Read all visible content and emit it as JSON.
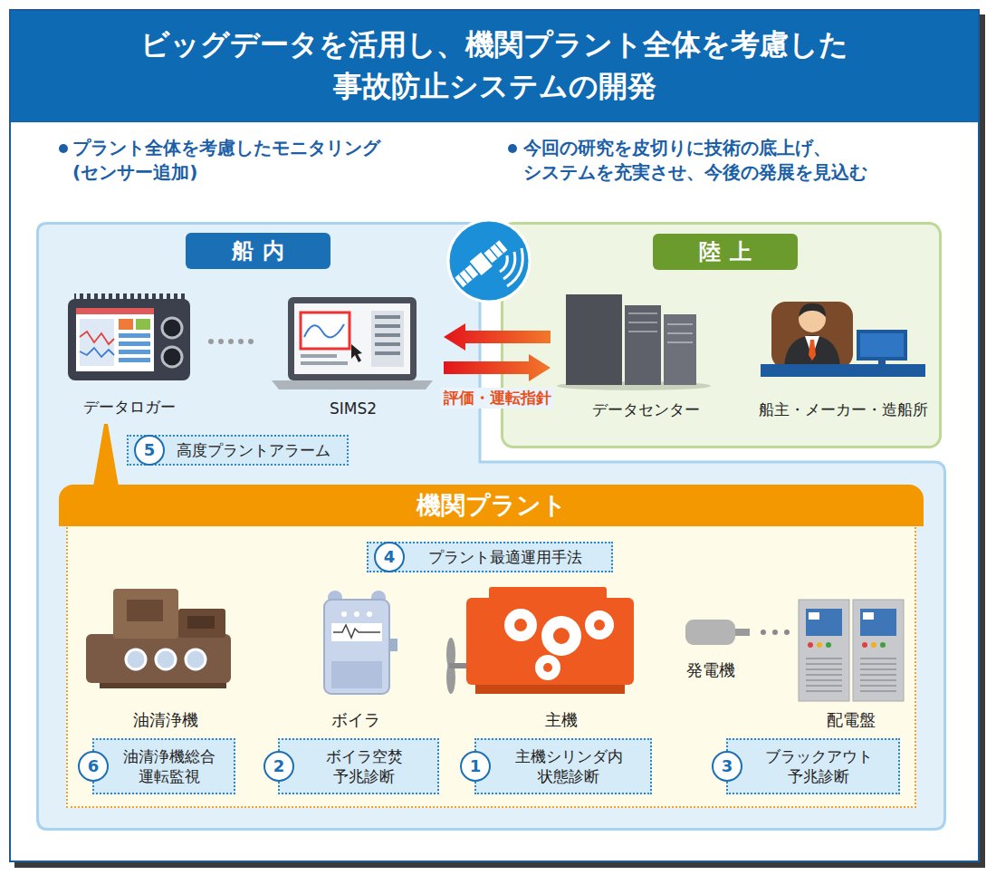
{
  "diagram": {
    "title": "ビッグデータを活用し、機関プラント全体を考慮した 事故防止システムの開発",
    "nodes": [
      {
        "text": [
          "船内"
        ]
      },
      {
        "text": [
          "データロガー"
        ],
        "in": 0
      },
      {
        "text": [
          "SIMS2"
        ],
        "in": 0
      },
      {
        "text": [
          "陸上"
        ]
      },
      {
        "text": [
          "データセンター"
        ],
        "in": 3
      },
      {
        "text": [
          "船主・メーカー・造船所"
        ],
        "in": 3
      },
      {
        "text": [
          "5",
          "高度プラントアラーム"
        ],
        "in": 0
      },
      {
        "text": [
          "機関プラント"
        ],
        "in": 0
      },
      {
        "text": [
          "4",
          "プラント最適運用手法"
        ],
        "in": 7
      },
      {
        "text": [
          "6",
          "油清浄機総合 運転監視"
        ],
        "in": 7
      },
      {
        "text": [
          "2",
          "ボイラ空焚 予兆診断"
        ],
        "in": 7
      },
      {
        "text": [
          "1",
          "主機シリンダ内 状態診断"
        ],
        "in": 7
      },
      {
        "text": [
          "3",
          "ブラックアウト 予兆診断"
        ],
        "in": 7
      }
    ],
    "edges": [
      {
        "from": 4,
        "to": 2,
        "arrow": "to"
      },
      {
        "from": 2,
        "to": 4,
        "arrow": "to",
        "label": "評価・運転指針"
      },
      {
        "from": 1,
        "to": 2,
        "arrow": "none"
      },
      {
        "from": 1,
        "to": 7,
        "arrow": "none"
      }
    ],
    "labels": [
      "プラント全体を考慮したモニタリング (センサー追加)",
      "今回の研究を皮切りに技術の底上げ、 システムを充実させ、今後の発展を見込む",
      "油清浄機",
      "ボイラ",
      "主機",
      "発電機",
      "配電盤"
    ]
  }
}
